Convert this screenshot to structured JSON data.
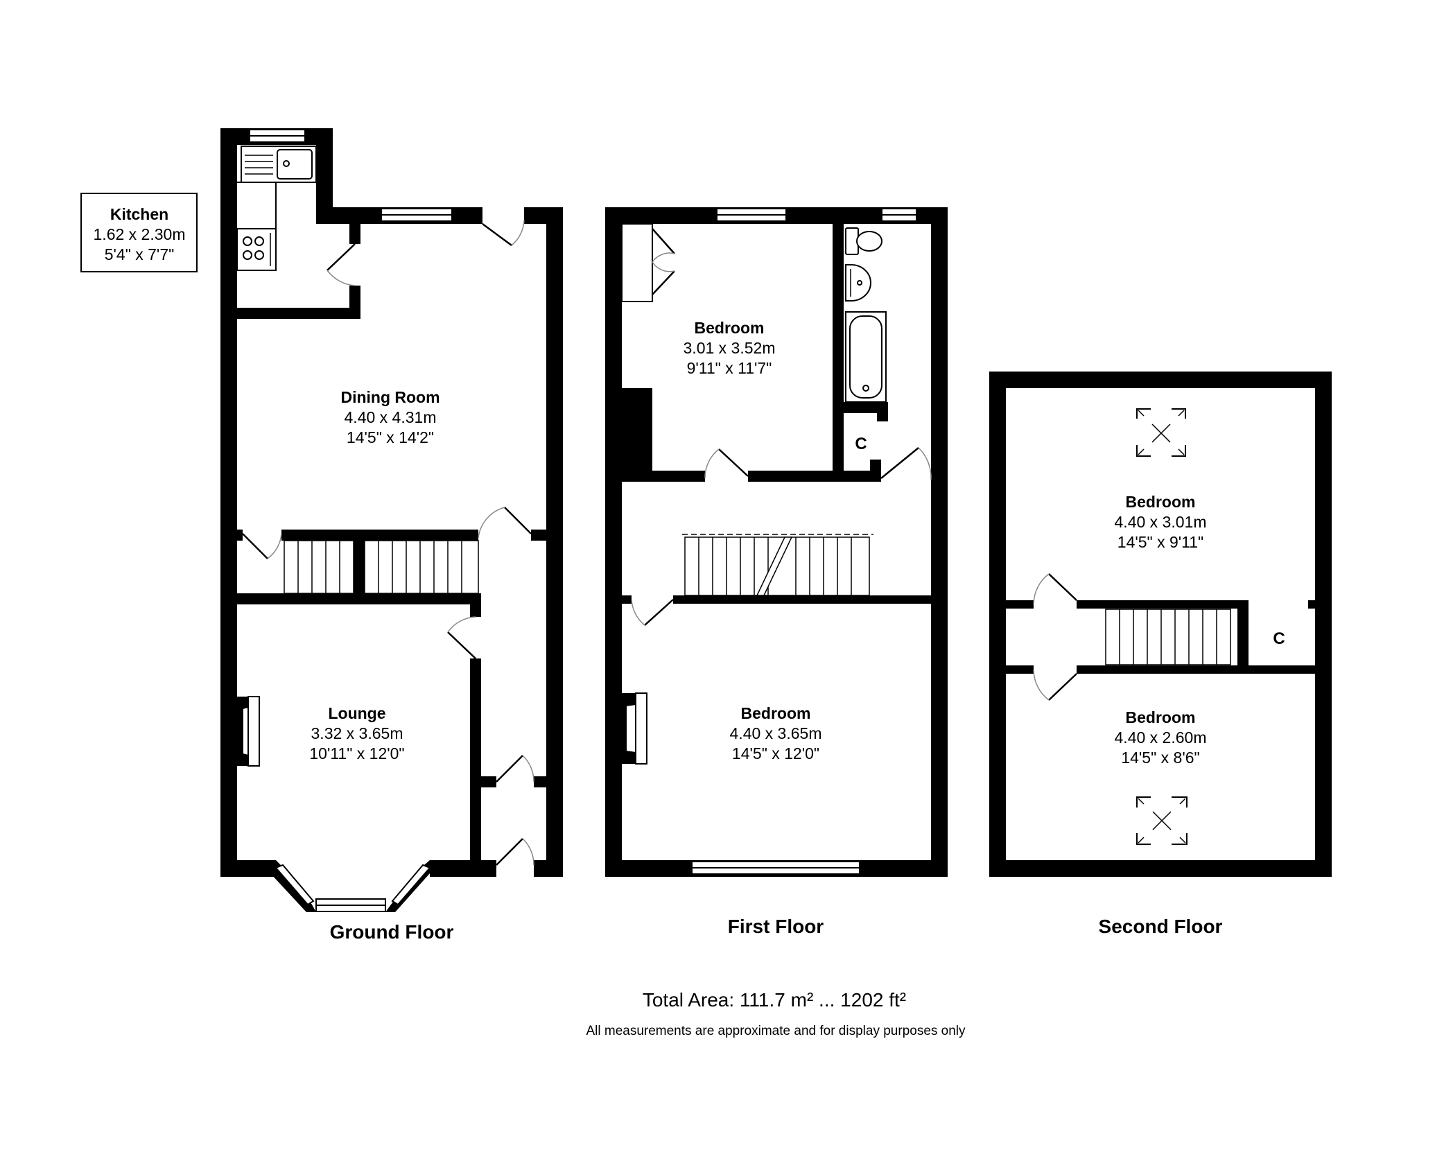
{
  "floors": {
    "ground": {
      "label": "Ground Floor",
      "rooms": {
        "kitchen": {
          "name": "Kitchen",
          "metric": "1.62 x 2.30m",
          "imperial": "5'4\" x 7'7\""
        },
        "dining": {
          "name": "Dining Room",
          "metric": "4.40 x 4.31m",
          "imperial": "14'5\" x 14'2\""
        },
        "lounge": {
          "name": "Lounge",
          "metric": "3.32 x 3.65m",
          "imperial": "10'11\" x 12'0\""
        }
      }
    },
    "first": {
      "label": "First Floor",
      "rooms": {
        "rear_bedroom": {
          "name": "Bedroom",
          "metric": "3.01 x 3.52m",
          "imperial": "9'11\" x 11'7\""
        },
        "front_bedroom": {
          "name": "Bedroom",
          "metric": "4.40 x 3.65m",
          "imperial": "14'5\" x 12'0\""
        },
        "cupboard": {
          "name": "C"
        }
      }
    },
    "second": {
      "label": "Second Floor",
      "rooms": {
        "rear_bedroom": {
          "name": "Bedroom",
          "metric": "4.40 x 3.01m",
          "imperial": "14'5\" x 9'11\""
        },
        "front_bedroom": {
          "name": "Bedroom",
          "metric": "4.40 x 2.60m",
          "imperial": "14'5\" x 8'6\""
        },
        "cupboard": {
          "name": "C"
        }
      }
    }
  },
  "footer": {
    "total_area": "Total Area: 111.7 m² ... 1202 ft²",
    "disclaimer": "All measurements are approximate and for display purposes only"
  },
  "colors": {
    "wall": "#000000",
    "background": "#ffffff",
    "door_arc": "#888888"
  }
}
